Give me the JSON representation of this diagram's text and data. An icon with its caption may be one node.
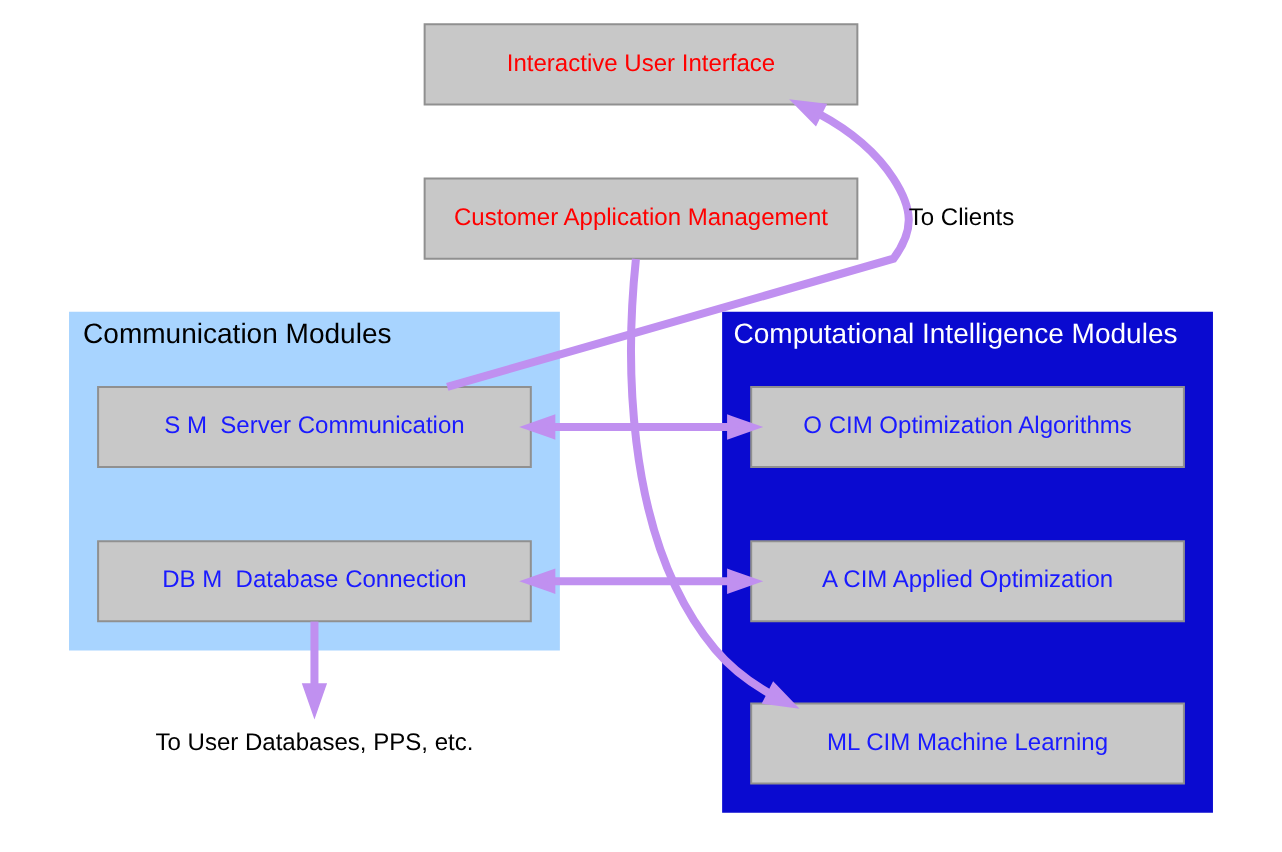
{
  "diagram": {
    "nodes": [
      {
        "text": [
          "Interactive User Interface"
        ]
      },
      {
        "text": [
          "Customer Application Management"
        ]
      },
      {
        "text": [
          "Computational Intelligence Modules"
        ]
      },
      {
        "text": [
          "O CIM Optimization Algorithms"
        ],
        "in": 2
      },
      {
        "text": [
          "A CIM Applied Optimization"
        ],
        "in": 2
      },
      {
        "text": [
          "ML CIM Machine Learning"
        ],
        "in": 2
      },
      {
        "text": [
          "Communication Modules"
        ]
      },
      {
        "text": [
          "S M  Server Communication"
        ],
        "in": 6
      },
      {
        "text": [
          "DB M  Database Connection"
        ],
        "in": 6
      },
      {
        "text": [
          "To User Databases, PPS, etc."
        ]
      }
    ],
    "edges": [
      {
        "from": 7,
        "to": 0,
        "arrow": "to",
        "label": "To Clients"
      },
      {
        "from": 3,
        "to": 7,
        "arrow": "both"
      },
      {
        "from": 4,
        "to": 8,
        "arrow": "both"
      },
      {
        "from": 1,
        "to": 5,
        "arrow": "to"
      },
      {
        "from": 8,
        "to": 9,
        "arrow": "to"
      }
    ]
  }
}
